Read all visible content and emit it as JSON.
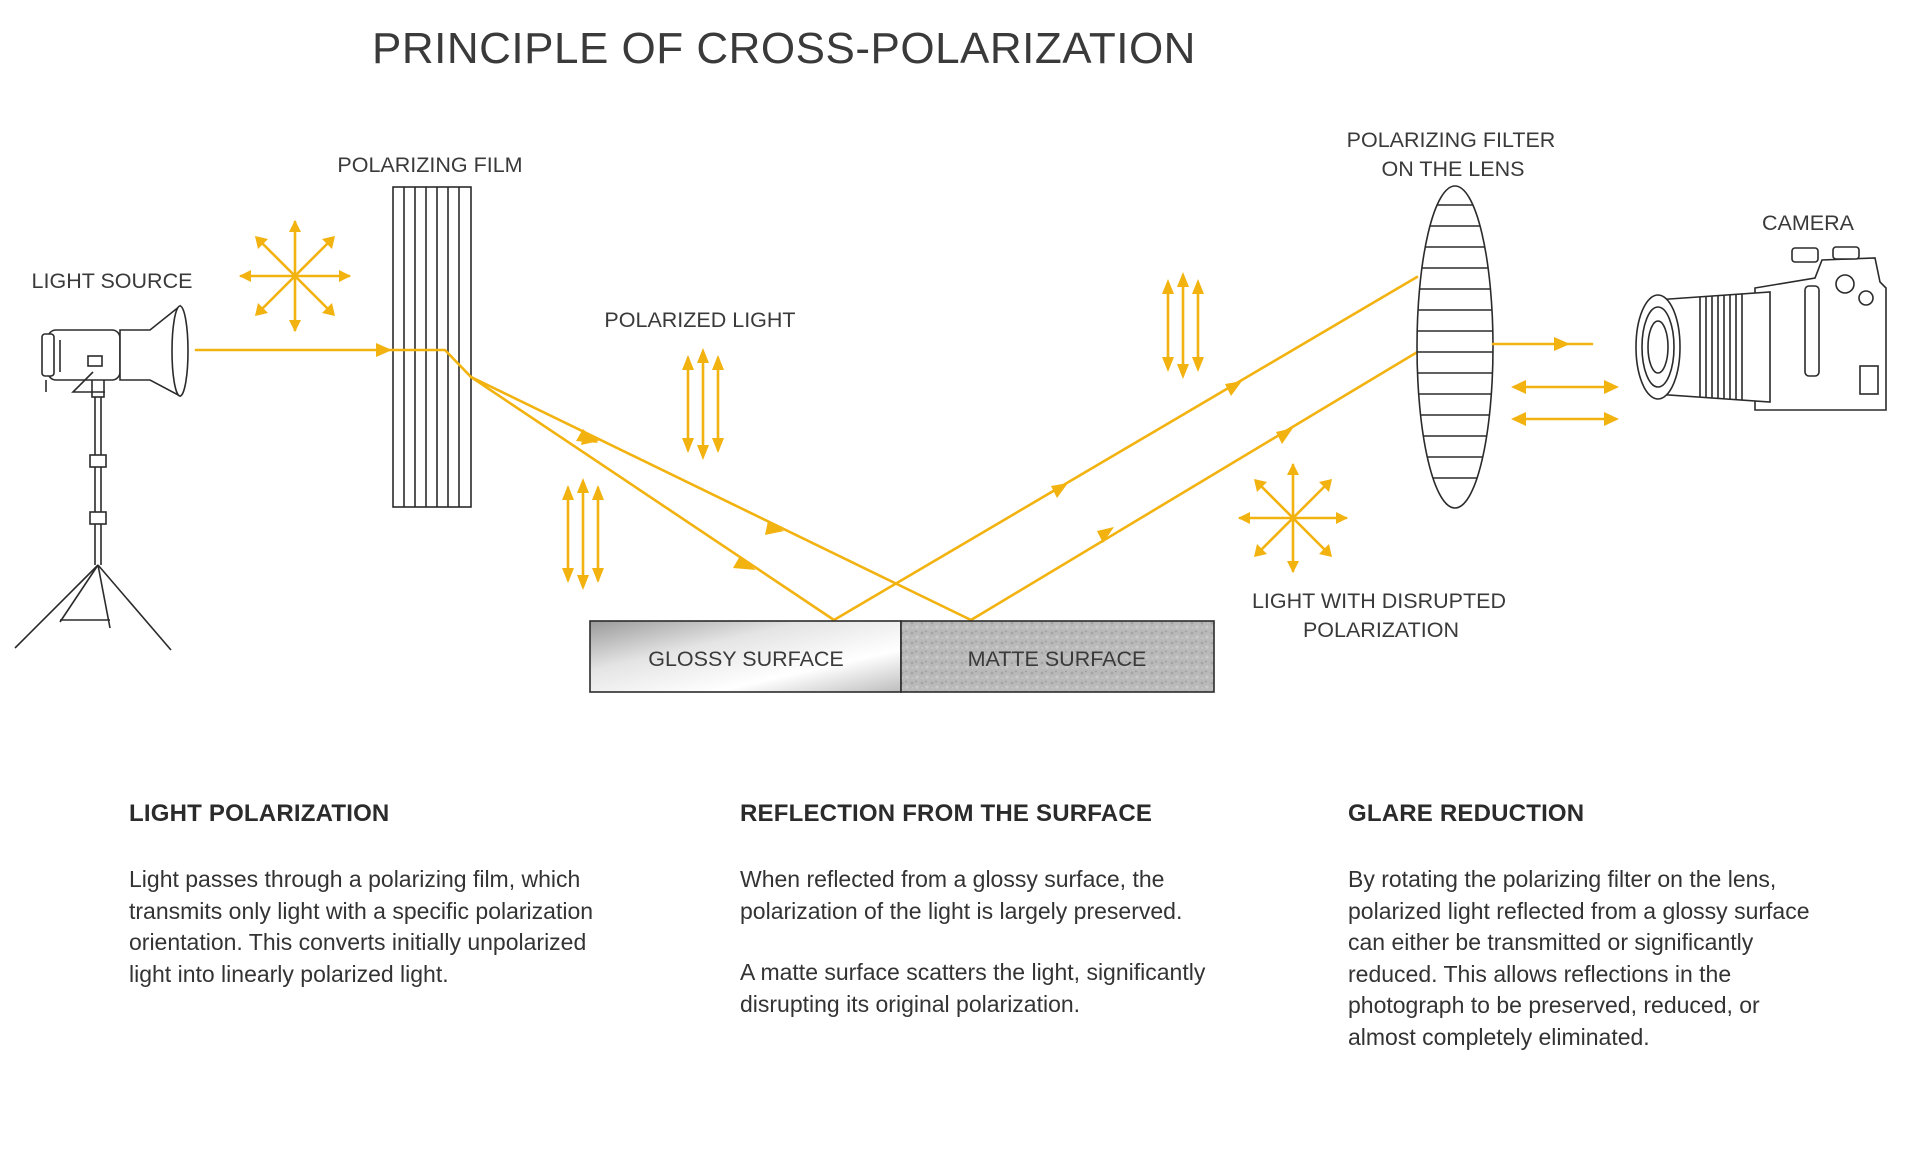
{
  "title": "PRINCIPLE OF CROSS-POLARIZATION",
  "labels": {
    "light_source": "LIGHT SOURCE",
    "polarizing_film": "POLARIZING FILM",
    "polarized_light": "POLARIZED LIGHT",
    "filter_line1": "POLARIZING FILTER",
    "filter_line2": "ON THE LENS",
    "camera": "CAMERA",
    "disrupted_line1": "LIGHT WITH DISRUPTED",
    "disrupted_line2": "POLARIZATION",
    "glossy_surface": "GLOSSY SURFACE",
    "matte_surface": "MATTE SURFACE"
  },
  "colors": {
    "light_ray": "#f2b20f",
    "outline": "#2b2b2b"
  },
  "icons": [
    "light-source-icon",
    "camera-icon",
    "polarizing-film-icon",
    "polarizing-filter-icon"
  ],
  "sections": [
    {
      "heading": "LIGHT POLARIZATION",
      "paragraphs": [
        "Light passes through a polarizing film, which transmits only light with a specific polarization orientation. This converts initially unpolarized light into linearly polarized light."
      ]
    },
    {
      "heading": "REFLECTION FROM THE SURFACE",
      "paragraphs": [
        "When reflected from a glossy surface, the polarization of the light is largely preserved.",
        "A matte surface scatters the light, significantly disrupting its original polarization."
      ]
    },
    {
      "heading": "GLARE REDUCTION",
      "paragraphs": [
        "By rotating the polarizing filter on the lens, polarized light reflected from a glossy surface can either be transmitted or significantly reduced. This allows reflections in the photograph to be preserved, reduced, or almost completely eliminated."
      ]
    }
  ]
}
